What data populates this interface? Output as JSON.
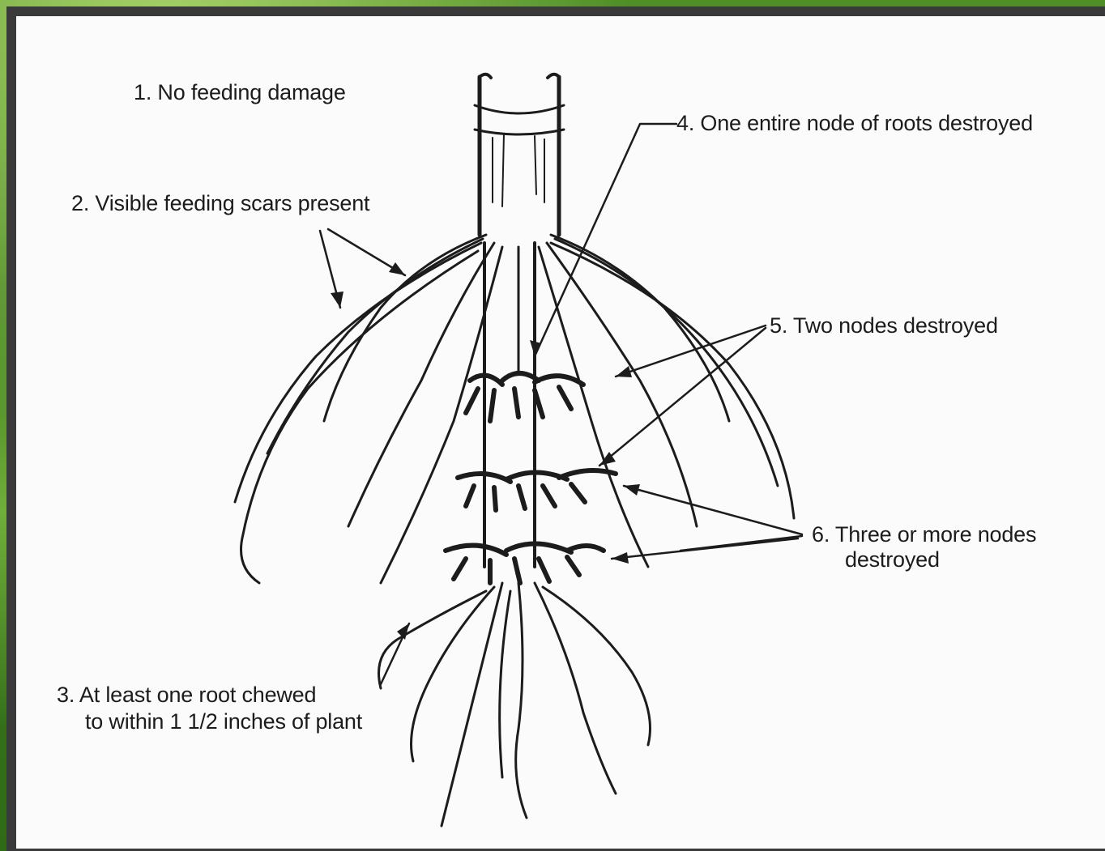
{
  "diagram": {
    "labels": {
      "l1": "1. No feeding damage",
      "l2": "2. Visible feeding scars present",
      "l3_line1": "3. At least one root chewed",
      "l3_line2": "to within 1 1/2 inches of plant",
      "l4": "4. One entire node of roots destroyed",
      "l5": "5. Two nodes destroyed",
      "l6_line1": "6. Three or more nodes",
      "l6_line2": "destroyed"
    },
    "colors": {
      "ink": "#1c1c1c",
      "paper": "#fbfbfb",
      "frame": "#3a3a3a",
      "background_green": "#3f7d1e"
    }
  }
}
